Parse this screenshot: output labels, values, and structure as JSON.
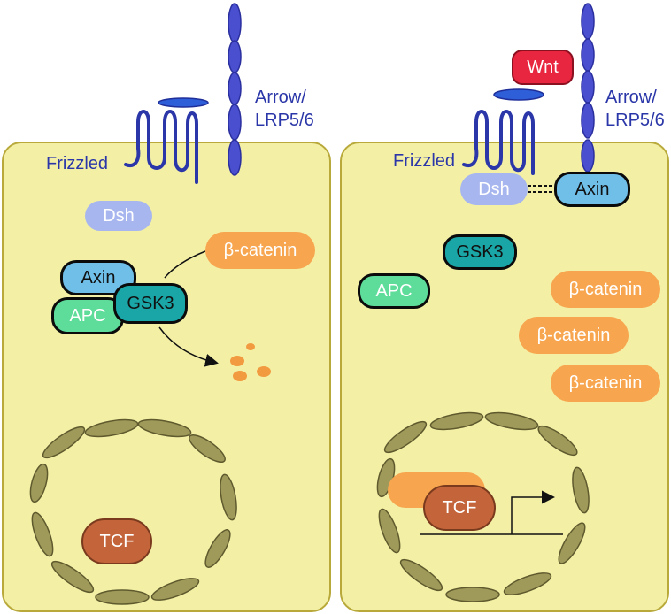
{
  "left_panel": {
    "receptor_label": "Frizzled",
    "coreceptor_label_line1": "Arrow/",
    "coreceptor_label_line2": "LRP5/6",
    "dsh": "Dsh",
    "axin": "Axin",
    "gsk3": "GSK3",
    "apc": "APC",
    "beta_catenin": "β-catenin",
    "tcf": "TCF"
  },
  "right_panel": {
    "ligand": "Wnt",
    "receptor_label": "Frizzled",
    "coreceptor_label_line1": "Arrow/",
    "coreceptor_label_line2": "LRP5/6",
    "dsh": "Dsh",
    "axin": "Axin",
    "gsk3": "GSK3",
    "apc": "APC",
    "beta_catenin": [
      "β-catenin",
      "β-catenin",
      "β-catenin"
    ],
    "tcf": "TCF"
  },
  "colors": {
    "cytoplasm": "#f3f0a6",
    "membrane": "#b8a93a",
    "receptor": "#2b37a8",
    "nuclear_envelope": "#9f9a5a",
    "beta_catenin": "#f7a64f",
    "wnt": "#e8263f"
  }
}
